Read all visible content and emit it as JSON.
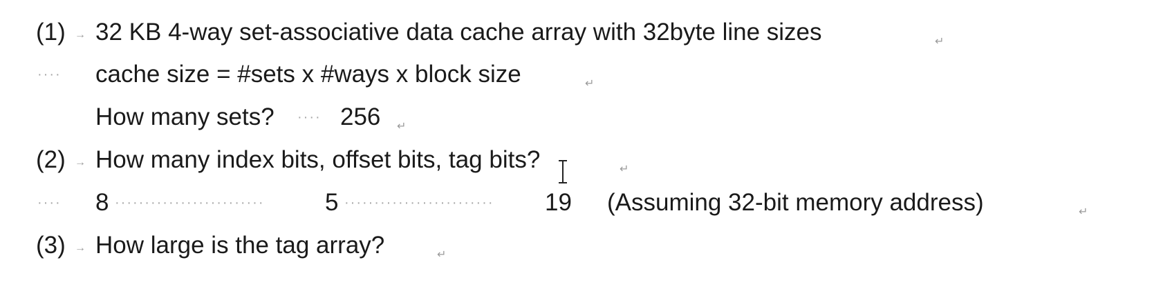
{
  "lines": [
    {
      "label": "(1)",
      "text": "32 KB 4-way set-associative data cache array with 32byte line sizes"
    },
    {
      "text": "cache size = #sets x #ways x block size"
    },
    {
      "text": "How many sets?",
      "answer": "256"
    },
    {
      "label": "(2)",
      "text": "How many index bits, offset bits, tag bits?"
    },
    {
      "answers": [
        "8",
        "5",
        "19"
      ],
      "note": "(Assuming 32-bit memory address)"
    },
    {
      "label": "(3)",
      "text": "How large is the tag array?"
    }
  ],
  "formatting_marks": {
    "paragraph_mark": "↵",
    "arrow_mark": "→",
    "space_dots": "····"
  },
  "icons": {
    "cursor": "i-beam-cursor-icon"
  }
}
